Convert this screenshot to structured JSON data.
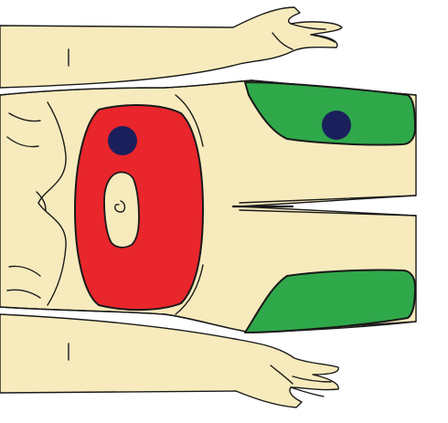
{
  "figure": {
    "view": "body-front-rotated",
    "regions": [
      {
        "id": "abdomen",
        "shape": "abdomen-region-icon",
        "color": "#e8262b"
      },
      {
        "id": "upper-thigh",
        "shape": "thigh-region-icon",
        "color": "#2fa84a"
      },
      {
        "id": "lower-thigh",
        "shape": "thigh-region-icon",
        "color": "#2fa84a"
      }
    ],
    "markers": [
      {
        "id": "abdomen-marker",
        "shape": "dot-icon",
        "color": "#1b1f5c"
      },
      {
        "id": "thigh-marker",
        "shape": "dot-icon",
        "color": "#1b1f5c"
      }
    ],
    "skin_color": "#f7ebbd",
    "outline_color": "#1a1a1a"
  }
}
